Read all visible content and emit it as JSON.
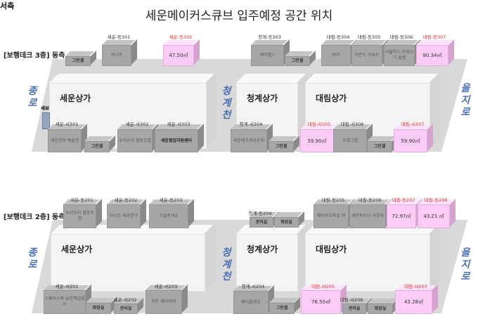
{
  "title": "세운메이커스큐브 입주예정 공간 위치",
  "colors": {
    "vacant": "#fcccf6",
    "occupied": "#a7a7a7",
    "street": "#4a6fb5",
    "vacant_code": "#e8312b"
  },
  "floors": [
    {
      "label": "[보행데크 3층] 동측",
      "west_label": "서측",
      "streets": [
        "종로",
        "청계천",
        "을지로"
      ],
      "buildings": [
        "세운상가",
        "청계상가",
        "대림상가"
      ],
      "sebo": "세보",
      "east": [
        {
          "code": "",
          "text": "그린셀",
          "type": "small"
        },
        {
          "code": "세운-동301",
          "text": "아나츠",
          "type": "occupied"
        },
        {
          "code": "세운-동302",
          "text": "47.50㎡",
          "type": "vacant"
        },
        {
          "code": "청계-동303",
          "text": "에어랩스",
          "type": "occupied"
        },
        {
          "code": "",
          "text": "그린셀",
          "type": "small"
        },
        {
          "code": "대림-동304",
          "text": "보리",
          "type": "occupied"
        },
        {
          "code": "대림-동305",
          "text": "아몬드 어보브",
          "type": "occupied"
        },
        {
          "code": "대림-동306",
          "text": "서울믹스 프레스기 술렙",
          "type": "occupied"
        },
        {
          "code": "대림-동307",
          "text": "80.34㎡",
          "type": "vacant"
        }
      ],
      "west": [
        {
          "code": "세운-서301",
          "text": "세운전자 박물관",
          "type": "occupied"
        },
        {
          "code": "",
          "text": "그린셀",
          "type": "small"
        },
        {
          "code": "세운-서302",
          "text": "수리수리 협동조합",
          "type": "occupied"
        },
        {
          "code": "세운-서303",
          "text": "세운협업지원센터",
          "type": "bold"
        },
        {
          "code": "청계-서304",
          "text": "세운테크북라운지",
          "type": "occupied"
        },
        {
          "code": "",
          "text": "그린셀",
          "type": "small"
        },
        {
          "code": "대림-서305",
          "text": "59.90㎡",
          "type": "vacant"
        },
        {
          "code": "대림-서306",
          "text": "프레그랩",
          "type": "occupied"
        },
        {
          "code": "",
          "text": "그린셀",
          "type": "small"
        },
        {
          "code": "대림-서307",
          "text": "59.90㎡",
          "type": "vacant"
        }
      ]
    },
    {
      "label": "[보행데크 2층] 동측",
      "west_label": "서측",
      "streets": [
        "종로",
        "청계천",
        "을지로"
      ],
      "buildings": [
        "세운상가",
        "청계상가",
        "대림상가"
      ],
      "east": [
        {
          "code": "세운-동201",
          "text": "수리수리 협동조합",
          "type": "occupied"
        },
        {
          "code": "세운-동202",
          "text": "아나츠 재료연구",
          "type": "occupied"
        },
        {
          "code": "세운-동203",
          "text": "기술중개소",
          "type": "occupied"
        },
        {
          "code": "청계-동204",
          "text": "관리실",
          "type": "small"
        },
        {
          "code": "",
          "text": "화장실",
          "type": "small"
        },
        {
          "code": "대림-동205",
          "text": "메이커교육실 센",
          "type": "occupied"
        },
        {
          "code": "대림-동206",
          "text": "세운파트너 라운지",
          "type": "occupied"
        },
        {
          "code": "대림-동207",
          "text": "72.97㎡",
          "type": "vacant"
        },
        {
          "code": "대림-동208",
          "text": "43.21 ㎡",
          "type": "vacant"
        }
      ],
      "west": [
        {
          "code": "세운-서201",
          "text": "스페이스바 유한책임회사",
          "type": "occupied"
        },
        {
          "code": "",
          "text": "화장실",
          "type": "small"
        },
        {
          "code": "세운-서202",
          "text": "관리실",
          "type": "small"
        },
        {
          "code": "세운-서203",
          "text": "키트 메이커리",
          "type": "occupied"
        },
        {
          "code": "청계-서204",
          "text": "메이플레닛",
          "type": "occupied"
        },
        {
          "code": "",
          "text": "그린셀",
          "type": "small"
        },
        {
          "code": "대림-서205",
          "text": "76.50㎡",
          "type": "vacant"
        },
        {
          "code": "대림-서206",
          "text": "관리실",
          "type": "small"
        },
        {
          "code": "",
          "text": "화장실",
          "type": "small"
        },
        {
          "code": "대림-서207",
          "text": "43.28㎡",
          "type": "vacant"
        }
      ]
    }
  ]
}
